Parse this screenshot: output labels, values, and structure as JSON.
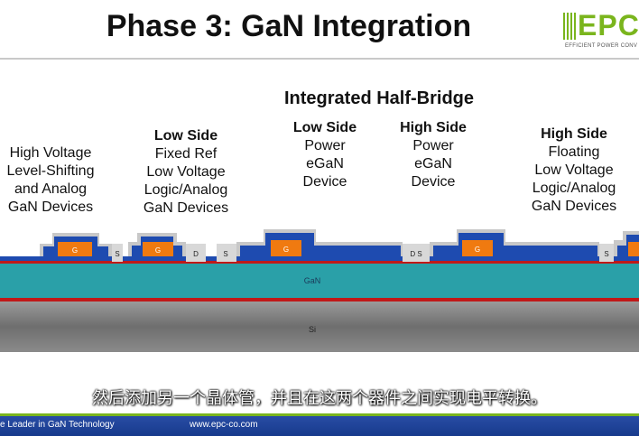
{
  "title": "Phase 3: GaN Integration",
  "logo": {
    "text": "EPC",
    "tagline": "EFFICIENT POWER CONV"
  },
  "section_title": "Integrated Half-Bridge",
  "labels": {
    "hv": [
      "High Voltage",
      "Level-Shifting",
      "and Analog",
      "GaN Devices"
    ],
    "ls_head": "Low Side",
    "ls": [
      "Fixed Ref",
      "Low Voltage",
      "Logic/Analog",
      "GaN Devices"
    ],
    "lsp_head": "Low Side",
    "lsp": [
      "Power",
      "eGaN",
      "Device"
    ],
    "hsp_head": "High Side",
    "hsp": [
      "Power",
      "eGaN",
      "Device"
    ],
    "hs_head": "High Side",
    "hs": [
      "Floating",
      "Low Voltage",
      "Logic/Analog",
      "GaN Devices"
    ]
  },
  "diagram": {
    "gate": "G",
    "source": "S",
    "drain": "D",
    "drain_source": "D S",
    "gan": "GaN",
    "si": "Si"
  },
  "subtitle": "然后添加另一个晶体管，并且在这两个器件之间实现电平转换。",
  "footer": {
    "left": "e Leader in GaN Technology",
    "url": "www.epc-co.com"
  },
  "colors": {
    "brand_green": "#7ab51d",
    "footer_blue": "#1d3f95",
    "gan_teal": "#2aa0a8",
    "gate_orange": "#f07a10",
    "metal_blue": "#1e4bb0"
  }
}
